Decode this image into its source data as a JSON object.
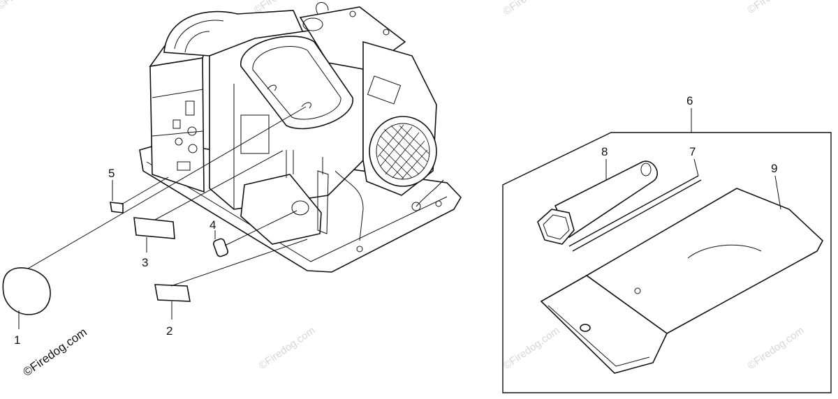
{
  "callouts": {
    "c1": "1",
    "c2": "2",
    "c3": "3",
    "c4": "4",
    "c5": "5",
    "c6": "6",
    "c7": "7",
    "c8": "8",
    "c9": "9"
  },
  "watermarks": {
    "main": "©Firedog.com",
    "faint": "©Firedog.com"
  },
  "colors": {
    "line": "#111111",
    "watermark": "#d6d6d6",
    "background": "#ffffff"
  }
}
